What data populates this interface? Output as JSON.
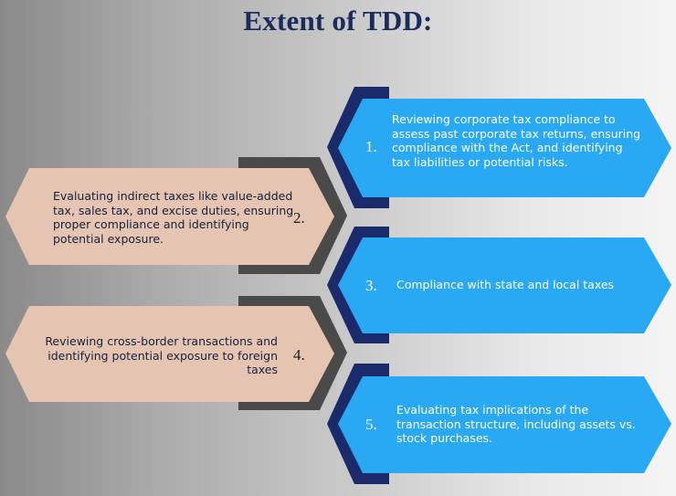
{
  "title": "Extent of TDD:",
  "items": [
    {
      "number": "1.",
      "text": "Reviewing corporate tax compliance to assess past corporate tax returns, ensuring compliance with the Act, and identifying tax liabilities or potential risks."
    },
    {
      "number": "2.",
      "text": "Evaluating indirect taxes like value-added tax, sales tax, and excise duties, ensuring proper compliance and identifying potential exposure."
    },
    {
      "number": "3.",
      "text": "Compliance with state and local taxes"
    },
    {
      "number": "4.",
      "text": "Reviewing cross-border transactions and identifying potential exposure to foreign taxes"
    },
    {
      "number": "5.",
      "text": "Evaluating tax implications of the transaction structure, including assets vs. stock purchases."
    }
  ],
  "colors": {
    "title": "#1a2c5b",
    "blue_fill": "#29a8f3",
    "navy_backing": "#1a2a6b",
    "peach_fill": "#e6c4b2",
    "gray_backing": "#4a4a4a"
  }
}
